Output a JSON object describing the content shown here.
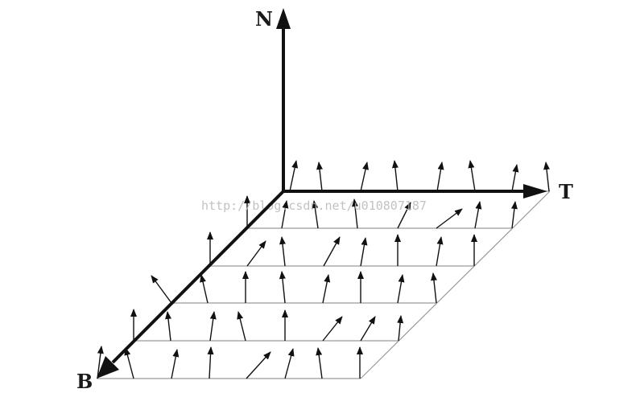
{
  "diagram": {
    "labels": {
      "normal": "N",
      "tangent": "T",
      "bitangent": "B"
    },
    "watermark": "http://blog.csdn.net/u010807187",
    "colors": {
      "axis": "#111111",
      "grid": "#9a9a9a",
      "arrow": "#111111",
      "watermark": "#b8b8b8"
    }
  }
}
